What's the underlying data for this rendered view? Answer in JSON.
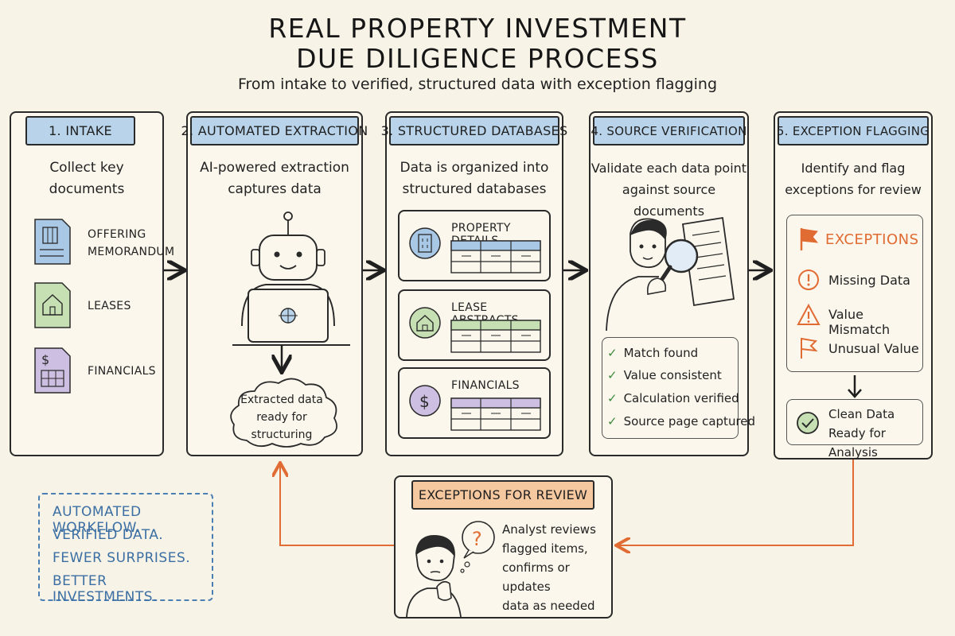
{
  "title": {
    "line1": "REAL PROPERTY INVESTMENT",
    "line2": "DUE DILIGENCE PROCESS"
  },
  "subtitle": "From intake to verified, structured data with exception flagging",
  "stages": {
    "intake": {
      "tag": "1. INTAKE",
      "desc": [
        "Collect key",
        "documents"
      ],
      "docs": [
        {
          "label": [
            "OFFERING",
            "MEMORANDUM"
          ],
          "icon": "building-icon"
        },
        {
          "label": [
            "LEASES"
          ],
          "icon": "house-icon"
        },
        {
          "label": [
            "FINANCIALS"
          ],
          "icon": "dollar-table-icon"
        }
      ]
    },
    "extraction": {
      "tag": "2. AUTOMATED EXTRACTION",
      "desc": [
        "AI-powered extraction",
        "captures data"
      ],
      "cloud": [
        "Extracted data",
        "ready for",
        "structuring"
      ]
    },
    "databases": {
      "tag": "3. STRUCTURED DATABASES",
      "desc": [
        "Data is organized into",
        "structured databases"
      ],
      "cards": [
        "PROPERTY DETAILS",
        "LEASE ABSTRACTS",
        "FINANCIALS"
      ]
    },
    "verification": {
      "tag": "4. SOURCE VERIFICATION",
      "desc": [
        "Validate each data point",
        "against source documents"
      ],
      "checks": [
        "Match found",
        "Value consistent",
        "Calculation verified",
        "Source page captured"
      ]
    },
    "flagging": {
      "tag": "5. EXCEPTION FLAGGING",
      "desc": [
        "Identify and flag",
        "exceptions for review"
      ],
      "exceptions_title": "EXCEPTIONS",
      "exceptions": [
        "Missing Data",
        "Value Mismatch",
        "Unusual Value"
      ],
      "clean": [
        "Clean Data",
        "Ready for Analysis"
      ]
    }
  },
  "review": {
    "tag": "EXCEPTIONS FOR REVIEW",
    "text": [
      "Analyst reviews",
      "flagged items,",
      "confirms or updates",
      "data as needed"
    ]
  },
  "slogan": [
    "AUTOMATED WORKFLOW.",
    "VERIFIED DATA.",
    "FEWER SURPRISES.",
    "BETTER INVESTMENTS."
  ],
  "colors": {
    "tag_blue": "#b9d4ea",
    "tag_orange": "#f6c8a0",
    "accent_orange": "#e06b33",
    "check_green": "#3e8a3e",
    "slogan_blue": "#3b6fa3",
    "doc_blue": "#a9c8e6",
    "doc_green": "#c6e0b4",
    "doc_purple": "#cdbfe2"
  }
}
